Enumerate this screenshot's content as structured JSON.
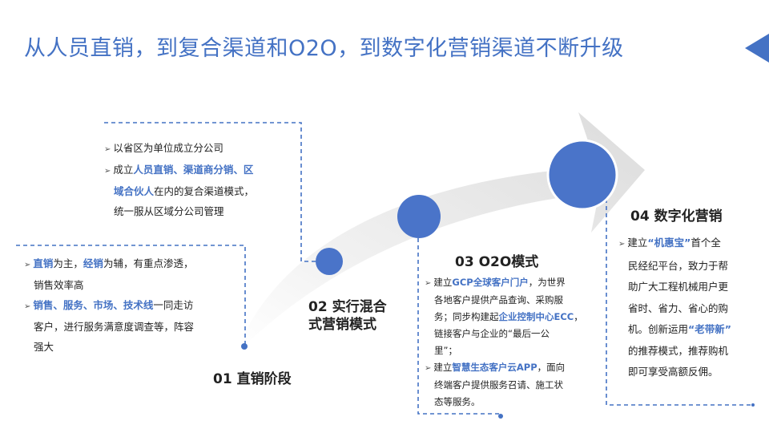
{
  "title": "从人员直销，到复合渠道和O2O，到数字化营销渠道不断升级",
  "stages": {
    "s1": {
      "label": "01 直销阶段",
      "b1": {
        "h1": "直销",
        "t1": "为主，",
        "h2": "经销",
        "t2": "为辅，有重点渗透，",
        "t3": "销售效率高"
      },
      "b2": {
        "h1": "销售、服务、市场、技术线",
        "t1": "一同走访",
        "t2": "客户，进行服务满意度调查等，阵容",
        "t3": "强大"
      }
    },
    "s2": {
      "label_l1": "02 实行混合",
      "label_l2": "式营销模式",
      "b1": "以省区为单位成立分公司",
      "b2": {
        "t1": "成立",
        "h1": "人员直销、渠道商分销、区",
        "h2": "域合伙人",
        "t2": "在内的复合渠道模式，",
        "t3": "统一服从区域分公司管理"
      }
    },
    "s3": {
      "label": "03 O2O模式",
      "b1": {
        "t1": "建立",
        "h1": "GCP全球客户门户",
        "t2": "，为世界",
        "t3": "各地客户提供产品查询、采购服",
        "t4": "务；同步构建起",
        "h2": "企业控制中心ECC",
        "t5": "，",
        "t6": "链接客户与企业的“最后一公",
        "t7": "里”；"
      },
      "b2": {
        "t1": "建立",
        "h1": "智慧生态客户云APP",
        "t2": "，面向",
        "t3": "终端客户提供服务召请、施工状",
        "t4": "态等服务。"
      }
    },
    "s4": {
      "label": "04 数字化营销",
      "b1": {
        "t1": "建立",
        "h1": "“机惠宝”",
        "t2": "首个全",
        "t3": "民经纪平台，致力于帮",
        "t4": "助广大工程机械用户更",
        "t5": "省时、省力、省心的购",
        "t6": "机。创新运用",
        "h2": "“老带新”",
        "t7": "的推荐模式，推荐购机",
        "t8": "即可享受高额反佣。"
      }
    }
  },
  "colors": {
    "accent": "#4472c4",
    "arrow": "#eeeeee",
    "circle": "#4a74c9"
  }
}
